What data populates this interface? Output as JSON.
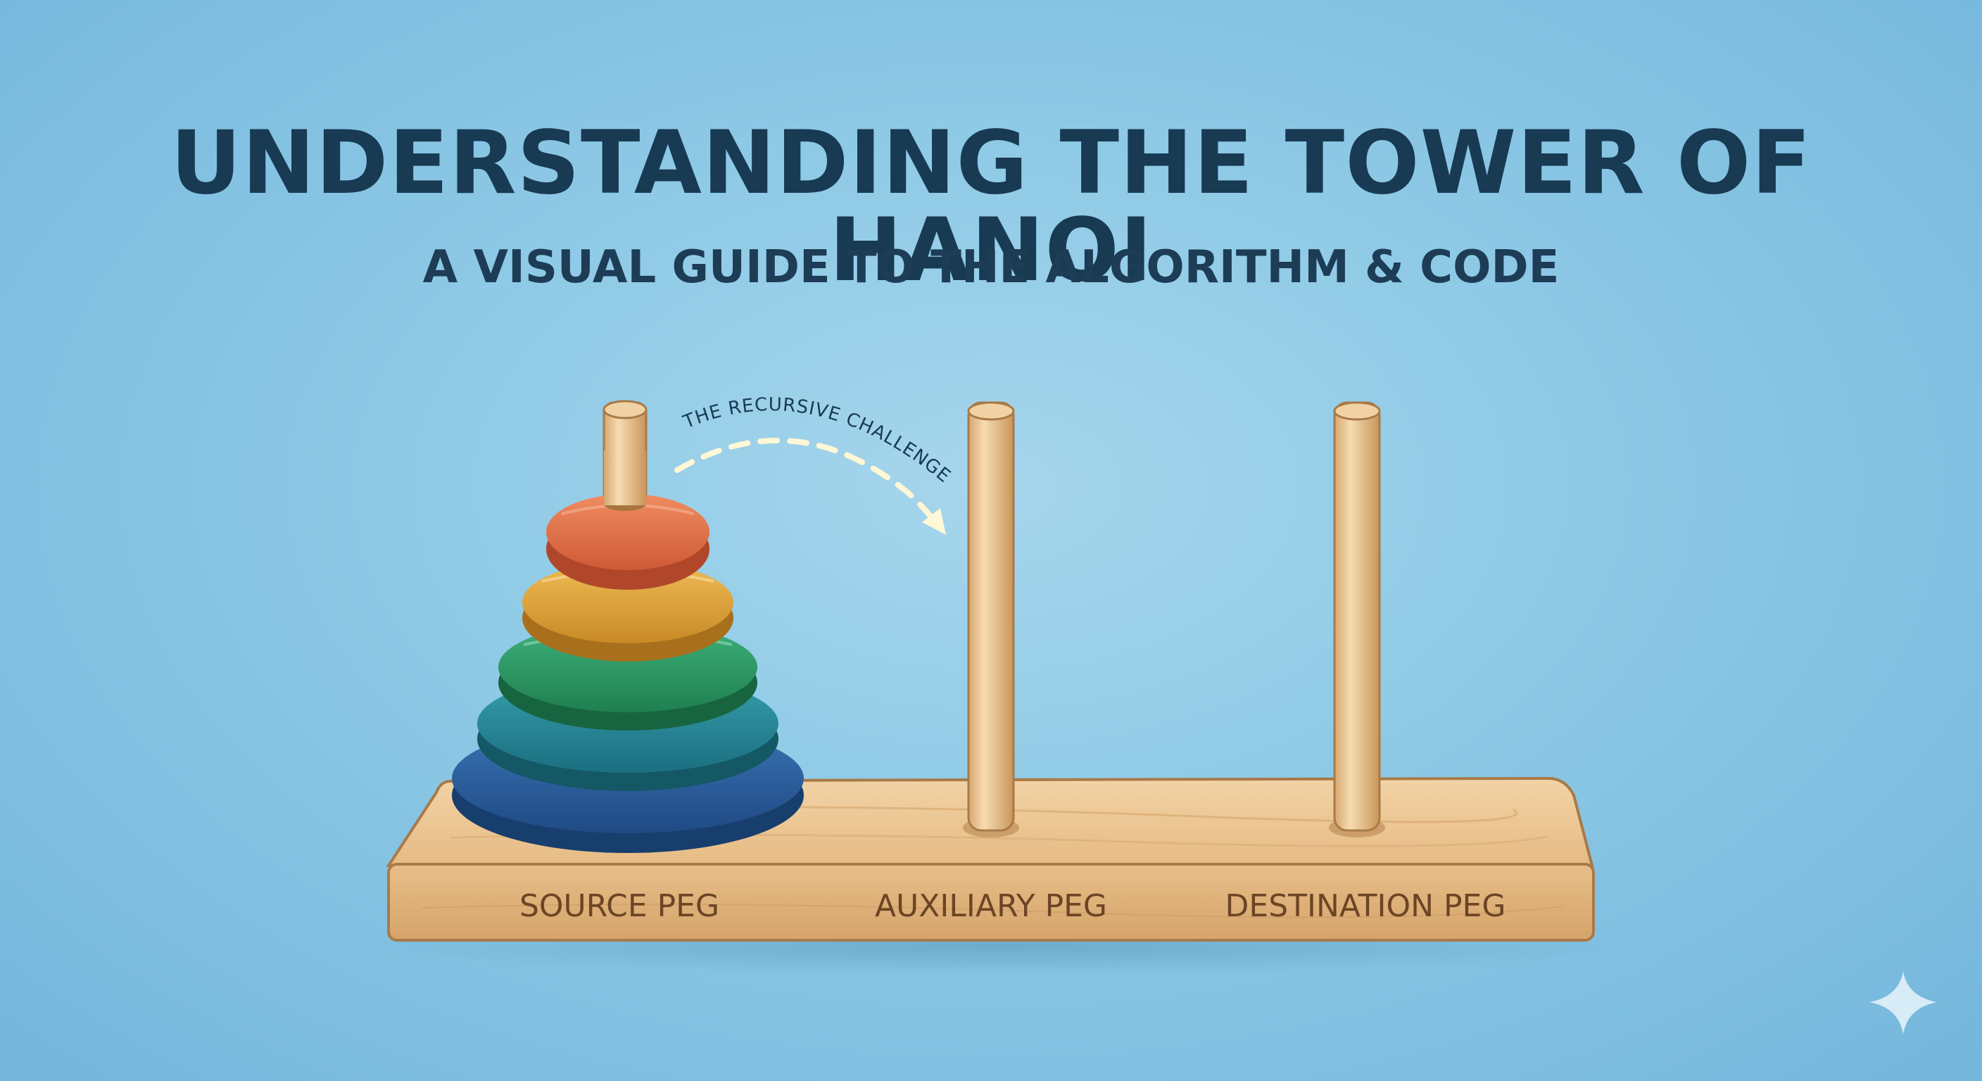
{
  "header": {
    "title": "UNDERSTANDING THE TOWER OF HANOI",
    "subtitle": "A VISUAL GUIDE TO THE ALGORITHM & CODE"
  },
  "annotation": {
    "arrow_label": "THE RECURSIVE CHALLENGE"
  },
  "pegs": [
    {
      "label": "SOURCE PEG"
    },
    {
      "label": "AUXILIARY PEG"
    },
    {
      "label": "DESTINATION PEG"
    }
  ],
  "disks": [
    {
      "color": "#e8744a"
    },
    {
      "color": "#dfa23a"
    },
    {
      "color": "#2e9a64"
    },
    {
      "color": "#268b9a"
    },
    {
      "color": "#2e5f9e"
    }
  ],
  "colors": {
    "background": "#8fcae6",
    "title": "#183a52",
    "wood": "#e9c08e",
    "wood_dark": "#b4844f"
  },
  "icons": {
    "corner": "sparkle-icon"
  }
}
